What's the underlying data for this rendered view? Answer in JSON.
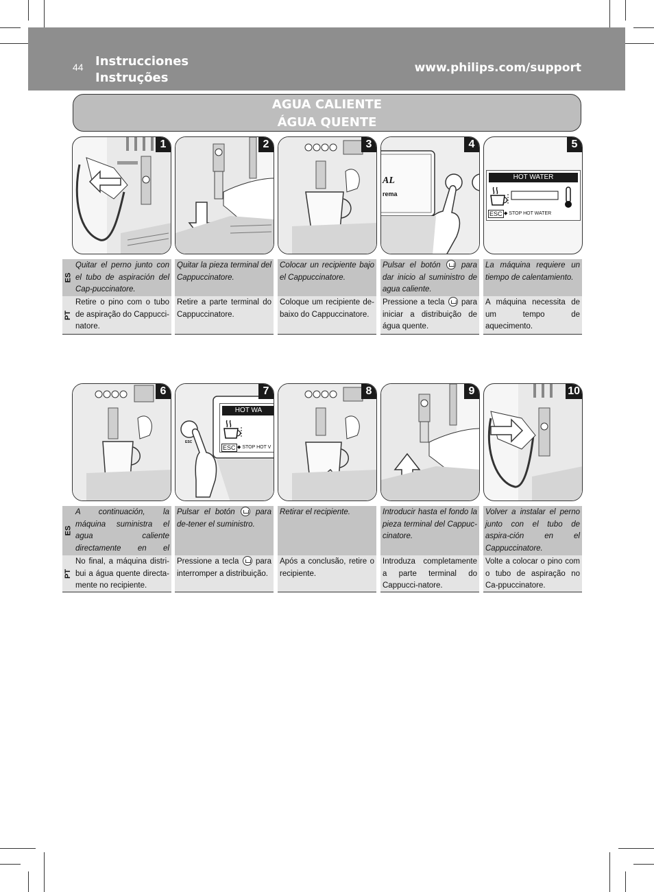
{
  "header": {
    "page_number": "44",
    "title_es": "Instrucciones",
    "title_pt": "Instruções",
    "website": "www.philips.com/support"
  },
  "section": {
    "title_es": "AGUA CALIENTE",
    "title_pt": "ÁGUA QUENTE"
  },
  "lang_codes": {
    "es": "ES",
    "pt": "PT"
  },
  "lcd": {
    "title": "HOT WATER",
    "title_cut": "HOT WA",
    "esc": "ESC",
    "stop": "STOP HOT WATER",
    "stop_cut": "STOP HOT V"
  },
  "panel_text": {
    "brand_fragment": "rema",
    "logo_fragment": "AL"
  },
  "steps": [
    {
      "num": "1",
      "es": "Quitar el perno junto con el tubo de aspiración del Cap-puccinatore.",
      "pt": "Retire o pino com o tubo de aspiração do Cappucci-natore."
    },
    {
      "num": "2",
      "es": "Quitar la pieza terminal del Cappuccinatore.",
      "pt": "Retire a parte terminal do Cappuccinatore."
    },
    {
      "num": "3",
      "es": "Colocar un recipiente bajo el Cappuccinatore.",
      "pt": "Coloque um recipiente de-baixo do Cappuccinatore."
    },
    {
      "num": "4",
      "es_a": "Pulsar el botón",
      "es_b": "para dar inicio al suministro de agua caliente.",
      "pt_a": "Pressione a tecla",
      "pt_b": "para iniciar a distribuição de água quente."
    },
    {
      "num": "5",
      "es": "La máquina requiere un tiempo de calentamiento.",
      "pt": "A máquina necessita de um tempo de aquecimento."
    },
    {
      "num": "6",
      "es": "A continuación, la máquina suministra el agua caliente directamente en el recipien-te.",
      "pt": "No final, a máquina distri-bui a água quente directa-mente no recipiente."
    },
    {
      "num": "7",
      "es_a": "Pulsar el botón",
      "es_b": "para de-tener el suministro.",
      "pt_a": "Pressione a tecla",
      "pt_b": "para interromper a distribuição."
    },
    {
      "num": "8",
      "es": "Retirar el recipiente.",
      "pt": "Após a conclusão, retire o recipiente."
    },
    {
      "num": "9",
      "es": "Introducir hasta el fondo la pieza terminal del Cappuc-cinatore.",
      "pt": "Introduza completamente a parte terminal do Cappucci-natore."
    },
    {
      "num": "10",
      "es": "Volver a instalar el perno junto con el tubo de aspira-ción en el Cappuccinatore.",
      "pt": "Volte a colocar o pino com o tubo de aspiração no Ca-ppuccinatore."
    }
  ]
}
